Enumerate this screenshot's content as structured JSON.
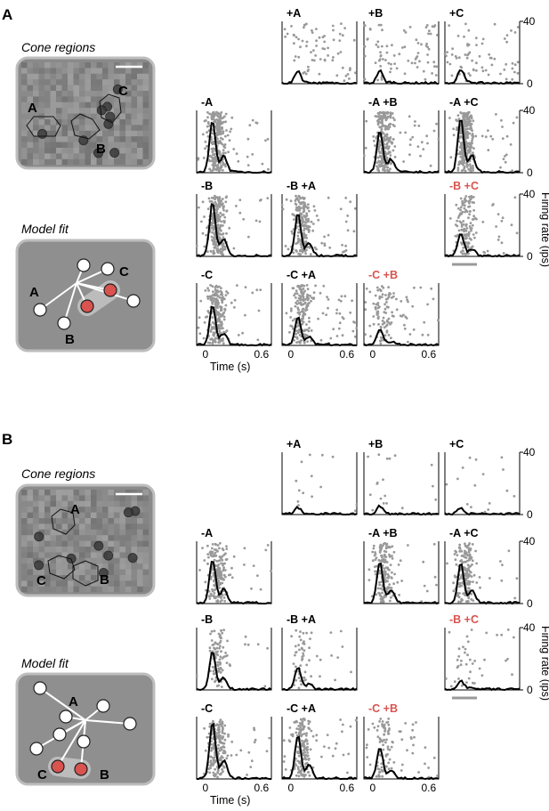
{
  "panels": [
    {
      "id": "A",
      "letter": "A",
      "cone_title": "Cone regions",
      "model_title": "Model fit",
      "region_labels": [
        "A",
        "B",
        "C"
      ],
      "conditions": [
        {
          "label": "+A",
          "row": 0,
          "col": 1,
          "red": false,
          "peak": 8,
          "n": 70,
          "resp": 0.2
        },
        {
          "label": "+B",
          "row": 0,
          "col": 2,
          "red": false,
          "peak": 8,
          "n": 80,
          "resp": 0.2
        },
        {
          "label": "+C",
          "row": 0,
          "col": 3,
          "red": false,
          "peak": 9,
          "n": 70,
          "resp": 0.2
        },
        {
          "label": "-A",
          "row": 1,
          "col": 0,
          "red": false,
          "peak": 33,
          "n": 280,
          "resp": 0.9
        },
        {
          "label": "-A  +B",
          "row": 1,
          "col": 2,
          "red": false,
          "peak": 26,
          "n": 260,
          "resp": 0.9
        },
        {
          "label": "-A  +C",
          "row": 1,
          "col": 3,
          "red": false,
          "peak": 34,
          "n": 300,
          "resp": 0.9
        },
        {
          "label": "-B",
          "row": 2,
          "col": 0,
          "red": false,
          "peak": 34,
          "n": 260,
          "resp": 0.9
        },
        {
          "label": "-B  +A",
          "row": 2,
          "col": 1,
          "red": false,
          "peak": 27,
          "n": 220,
          "resp": 0.85
        },
        {
          "label": "-B  +C",
          "row": 2,
          "col": 3,
          "red": true,
          "peak": 15,
          "n": 150,
          "resp": 0.8
        },
        {
          "label": "-C",
          "row": 3,
          "col": 0,
          "red": false,
          "peak": 25,
          "n": 220,
          "resp": 0.85
        },
        {
          "label": "-C  +A",
          "row": 3,
          "col": 1,
          "red": false,
          "peak": 18,
          "n": 200,
          "resp": 0.8
        },
        {
          "label": "-C  +B",
          "row": 3,
          "col": 2,
          "red": true,
          "peak": 10,
          "n": 120,
          "resp": 0.6
        }
      ]
    },
    {
      "id": "B",
      "letter": "B",
      "cone_title": "Cone regions",
      "model_title": "Model fit",
      "region_labels": [
        "A",
        "B",
        "C"
      ],
      "conditions": [
        {
          "label": "+A",
          "row": 0,
          "col": 1,
          "red": false,
          "peak": 4,
          "n": 14,
          "resp": 0.1
        },
        {
          "label": "+B",
          "row": 0,
          "col": 2,
          "red": false,
          "peak": 5,
          "n": 18,
          "resp": 0.1
        },
        {
          "label": "+C",
          "row": 0,
          "col": 3,
          "red": false,
          "peak": 4,
          "n": 16,
          "resp": 0.1
        },
        {
          "label": "-A",
          "row": 1,
          "col": 0,
          "red": false,
          "peak": 28,
          "n": 200,
          "resp": 0.9
        },
        {
          "label": "-A  +B",
          "row": 1,
          "col": 2,
          "red": false,
          "peak": 26,
          "n": 180,
          "resp": 0.9
        },
        {
          "label": "-A  +C",
          "row": 1,
          "col": 3,
          "red": false,
          "peak": 26,
          "n": 180,
          "resp": 0.9
        },
        {
          "label": "-B",
          "row": 2,
          "col": 0,
          "red": false,
          "peak": 25,
          "n": 100,
          "resp": 0.85
        },
        {
          "label": "-B  +A",
          "row": 2,
          "col": 1,
          "red": false,
          "peak": 14,
          "n": 60,
          "resp": 0.7
        },
        {
          "label": "-B  +C",
          "row": 2,
          "col": 3,
          "red": true,
          "peak": 6,
          "n": 40,
          "resp": 0.4
        },
        {
          "label": "-C",
          "row": 3,
          "col": 0,
          "red": false,
          "peak": 36,
          "n": 220,
          "resp": 0.9
        },
        {
          "label": "-C  +A",
          "row": 3,
          "col": 1,
          "red": false,
          "peak": 28,
          "n": 170,
          "resp": 0.85
        },
        {
          "label": "-C  +B",
          "row": 3,
          "col": 2,
          "red": true,
          "peak": 20,
          "n": 110,
          "resp": 0.7
        }
      ]
    }
  ],
  "axes": {
    "y_ticks": [
      40,
      0
    ],
    "x_ticks": [
      "0",
      "0.6"
    ],
    "x_label": "Time (s)",
    "y_label": "Firing rate (ips)",
    "ylim": [
      0,
      40
    ],
    "xlim": [
      -0.1,
      0.7
    ]
  },
  "colors": {
    "highlight_red": "#d9534f",
    "raster_gray": "#999999",
    "psth_black": "#000000",
    "model_bg": "#8f8f8f",
    "cone_bg": "#8a8a8a"
  }
}
